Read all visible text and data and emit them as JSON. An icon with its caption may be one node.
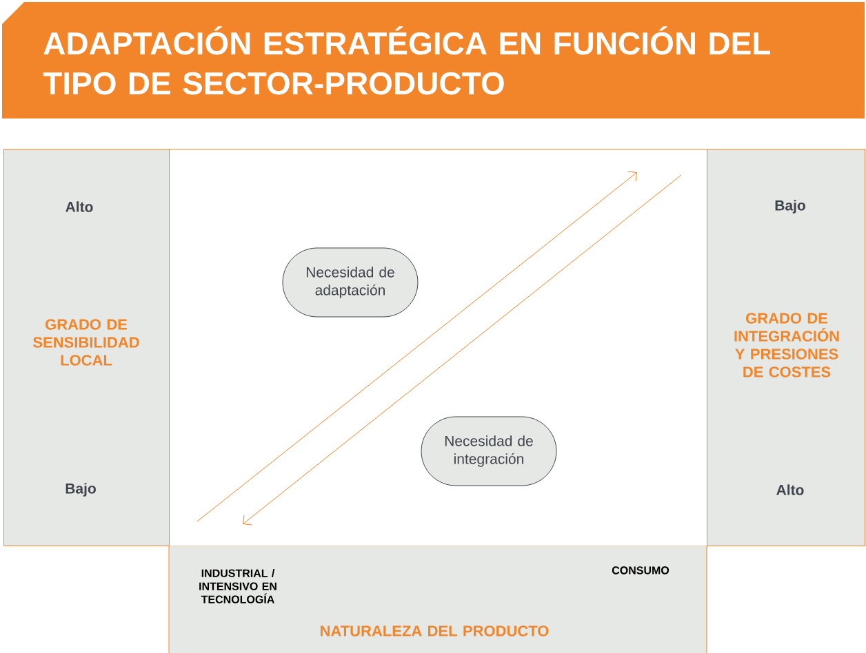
{
  "diagram": {
    "title": "ADAPTACIÓN ESTRATÉGICA EN FUNCIÓN DEL TIPO DE SECTOR-PRODUCTO",
    "nodes": [
      {
        "text": [
          "Alto",
          "GRADO DE SENSIBILIDAD LOCAL",
          "Bajo"
        ]
      },
      {
        "text": [],
        "shape": "box"
      },
      {
        "text": [
          "Necesidad de adaptación"
        ],
        "in": 1
      },
      {
        "text": [
          "Necesidad de integración"
        ],
        "in": 1
      },
      {
        "text": [
          "Bajo",
          "GRADO DE INTEGRACIÓN Y PRESIONES DE COSTES",
          "Alto"
        ]
      },
      {
        "text": [
          "INDUSTRIAL / INTENSIVO EN TECNOLOGÍA",
          "CONSUMO",
          "NATURALEZA DEL PRODUCTO"
        ]
      }
    ]
  }
}
